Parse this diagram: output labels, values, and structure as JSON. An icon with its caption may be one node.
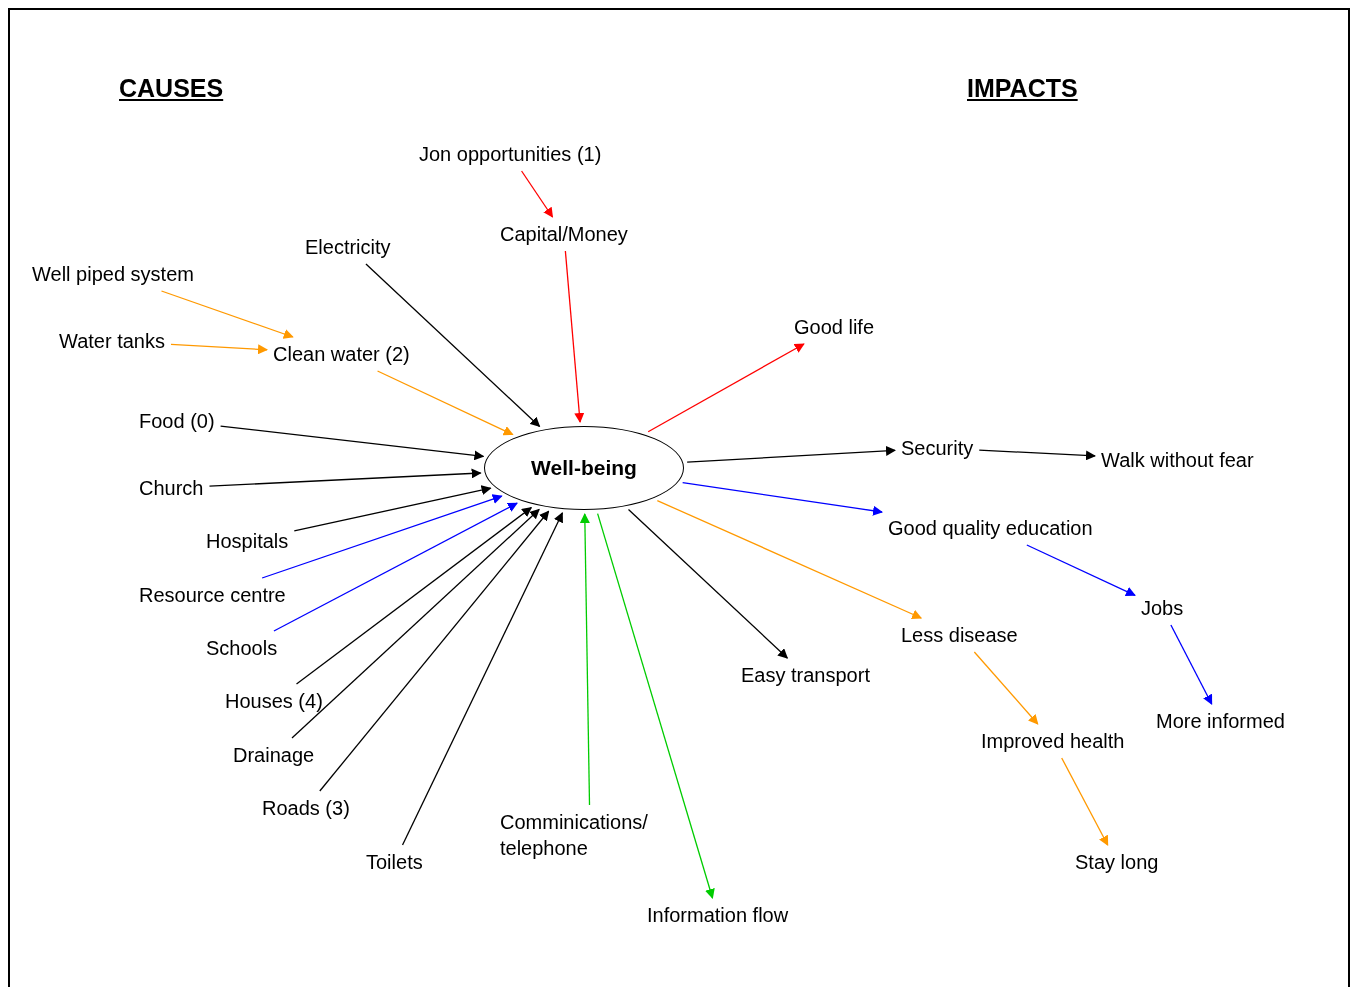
{
  "diagram": {
    "nodes": [
      {
        "text": [
          "Jon opportunities (1)"
        ]
      },
      {
        "text": [
          "Capital/Money"
        ]
      },
      {
        "text": [
          "Electricity"
        ]
      },
      {
        "text": [
          "Well piped system"
        ]
      },
      {
        "text": [
          "Water tanks"
        ]
      },
      {
        "text": [
          "Clean water (2)"
        ]
      },
      {
        "text": [
          "Good life"
        ]
      },
      {
        "text": [
          "Food (0)"
        ]
      },
      {
        "text": [
          "Well-being"
        ]
      },
      {
        "text": [
          "Security"
        ]
      },
      {
        "text": [
          "Walk without fear"
        ]
      },
      {
        "text": [
          "Church"
        ]
      },
      {
        "text": [
          "Good quality education"
        ]
      },
      {
        "text": [
          "Hospitals"
        ]
      },
      {
        "text": [
          "Resource centre"
        ]
      },
      {
        "text": [
          "Jobs"
        ]
      },
      {
        "text": [
          "Schools"
        ]
      },
      {
        "text": [
          "Less disease"
        ]
      },
      {
        "text": [
          "Easy transport"
        ]
      },
      {
        "text": [
          "Houses (4)"
        ]
      },
      {
        "text": [
          "More informed"
        ]
      },
      {
        "text": [
          "Improved health"
        ]
      },
      {
        "text": [
          "Drainage"
        ]
      },
      {
        "text": [
          "Roads (3)"
        ]
      },
      {
        "text": [
          "Comminications/ telephone"
        ]
      },
      {
        "text": [
          "Toilets"
        ]
      },
      {
        "text": [
          "Stay long"
        ]
      },
      {
        "text": [
          "Information flow"
        ]
      }
    ],
    "edges": [
      {
        "from": 0,
        "to": 1,
        "arrow": "to",
        "color": "#ff0000"
      },
      {
        "from": 3,
        "to": 5,
        "arrow": "to",
        "color": "#ff9900"
      },
      {
        "from": 4,
        "to": 5,
        "arrow": "to",
        "color": "#ff9900"
      },
      {
        "from": 5,
        "to": 8,
        "arrow": "to",
        "color": "#ff9900"
      },
      {
        "from": 2,
        "to": 8,
        "arrow": "to"
      },
      {
        "from": 1,
        "to": 8,
        "arrow": "to",
        "color": "#ff0000"
      },
      {
        "from": 8,
        "to": 6,
        "arrow": "to",
        "color": "#ff0000"
      },
      {
        "from": 7,
        "to": 8,
        "arrow": "to"
      },
      {
        "from": 11,
        "to": 8,
        "arrow": "to"
      },
      {
        "from": 13,
        "to": 8,
        "arrow": "to"
      },
      {
        "from": 14,
        "to": 8,
        "arrow": "to",
        "color": "#0000ff"
      },
      {
        "from": 16,
        "to": 8,
        "arrow": "to",
        "color": "#0000ff"
      },
      {
        "from": 19,
        "to": 8,
        "arrow": "to"
      },
      {
        "from": 22,
        "to": 8,
        "arrow": "to"
      },
      {
        "from": 23,
        "to": 8,
        "arrow": "to"
      },
      {
        "from": 25,
        "to": 8,
        "arrow": "to"
      },
      {
        "from": 24,
        "to": 8,
        "arrow": "to",
        "color": "#00cc00"
      },
      {
        "from": 8,
        "to": 27,
        "arrow": "to",
        "color": "#00cc00"
      },
      {
        "from": 8,
        "to": 9,
        "arrow": "to"
      },
      {
        "from": 9,
        "to": 10,
        "arrow": "to"
      },
      {
        "from": 8,
        "to": 12,
        "arrow": "to",
        "color": "#0000ff"
      },
      {
        "from": 12,
        "to": 15,
        "arrow": "to",
        "color": "#0000ff"
      },
      {
        "from": 15,
        "to": 20,
        "arrow": "to",
        "color": "#0000ff"
      },
      {
        "from": 8,
        "to": 17,
        "arrow": "to",
        "color": "#ff9900"
      },
      {
        "from": 17,
        "to": 21,
        "arrow": "to",
        "color": "#ff9900"
      },
      {
        "from": 21,
        "to": 26,
        "arrow": "to",
        "color": "#ff9900"
      },
      {
        "from": 8,
        "to": 18,
        "arrow": "to"
      }
    ],
    "labels": [
      "CAUSES",
      "IMPACTS"
    ]
  }
}
